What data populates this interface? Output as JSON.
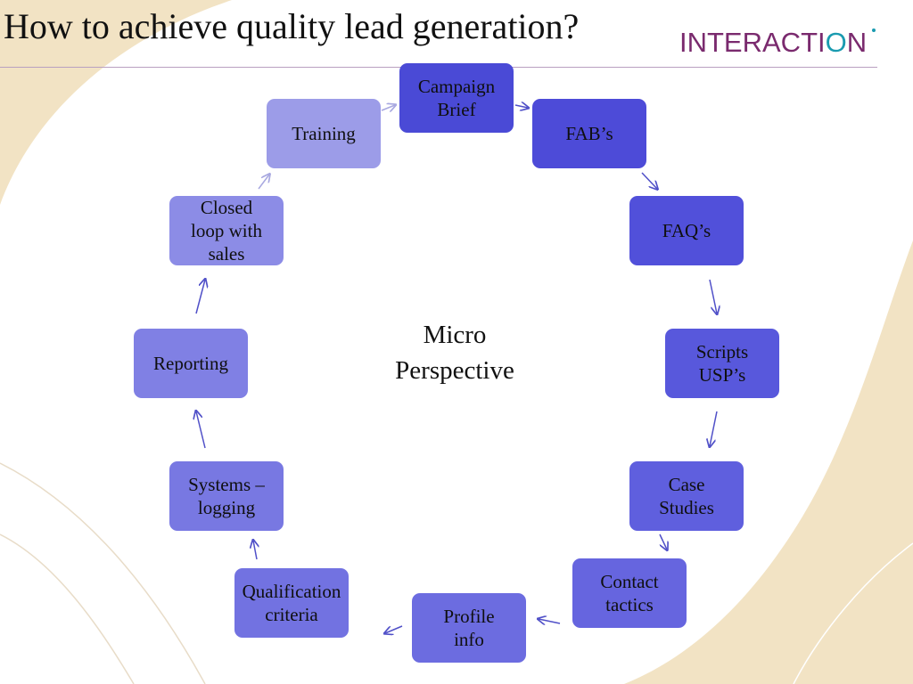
{
  "title": "How to achieve quality lead generation?",
  "logo": {
    "text": "INTERACTI",
    "o": "O",
    "n": "N"
  },
  "center_label": {
    "line1": "Micro",
    "line2": "Perspective"
  },
  "nodes": [
    {
      "id": "campaign-brief",
      "lines": [
        "Campaign",
        "Brief"
      ],
      "color": "#4a4ad6"
    },
    {
      "id": "fabs",
      "lines": [
        "FAB’s"
      ],
      "color": "#4d4bd8"
    },
    {
      "id": "faqs",
      "lines": [
        "FAQ’s"
      ],
      "color": "#5150da"
    },
    {
      "id": "scripts-usps",
      "lines": [
        "Scripts",
        "USP’s"
      ],
      "color": "#5858dc"
    },
    {
      "id": "case-studies",
      "lines": [
        "Case",
        "Studies"
      ],
      "color": "#5f5fde"
    },
    {
      "id": "contact-tactics",
      "lines": [
        "Contact",
        "tactics"
      ],
      "color": "#6665df"
    },
    {
      "id": "profile-info",
      "lines": [
        "Profile",
        "info"
      ],
      "color": "#6c6ce0"
    },
    {
      "id": "qualification-criteria",
      "lines": [
        "Qualification",
        "criteria"
      ],
      "color": "#7272e1"
    },
    {
      "id": "systems-logging",
      "lines": [
        "Systems –",
        "logging"
      ],
      "color": "#7878e2"
    },
    {
      "id": "reporting",
      "lines": [
        "Reporting"
      ],
      "color": "#8080e4"
    },
    {
      "id": "closed-loop",
      "lines": [
        "Closed",
        "loop with",
        "sales"
      ],
      "color": "#8c8ce6"
    },
    {
      "id": "training",
      "lines": [
        "Training"
      ],
      "color": "#9c9ce8"
    }
  ],
  "colors": {
    "background_curve": "#f2e3c4",
    "arrow": "#5050c8",
    "arrow_light": "#a8a8e0",
    "rule": "#b9a0c0",
    "logo_purple": "#7a2a6e",
    "logo_teal": "#1a9bb0"
  }
}
